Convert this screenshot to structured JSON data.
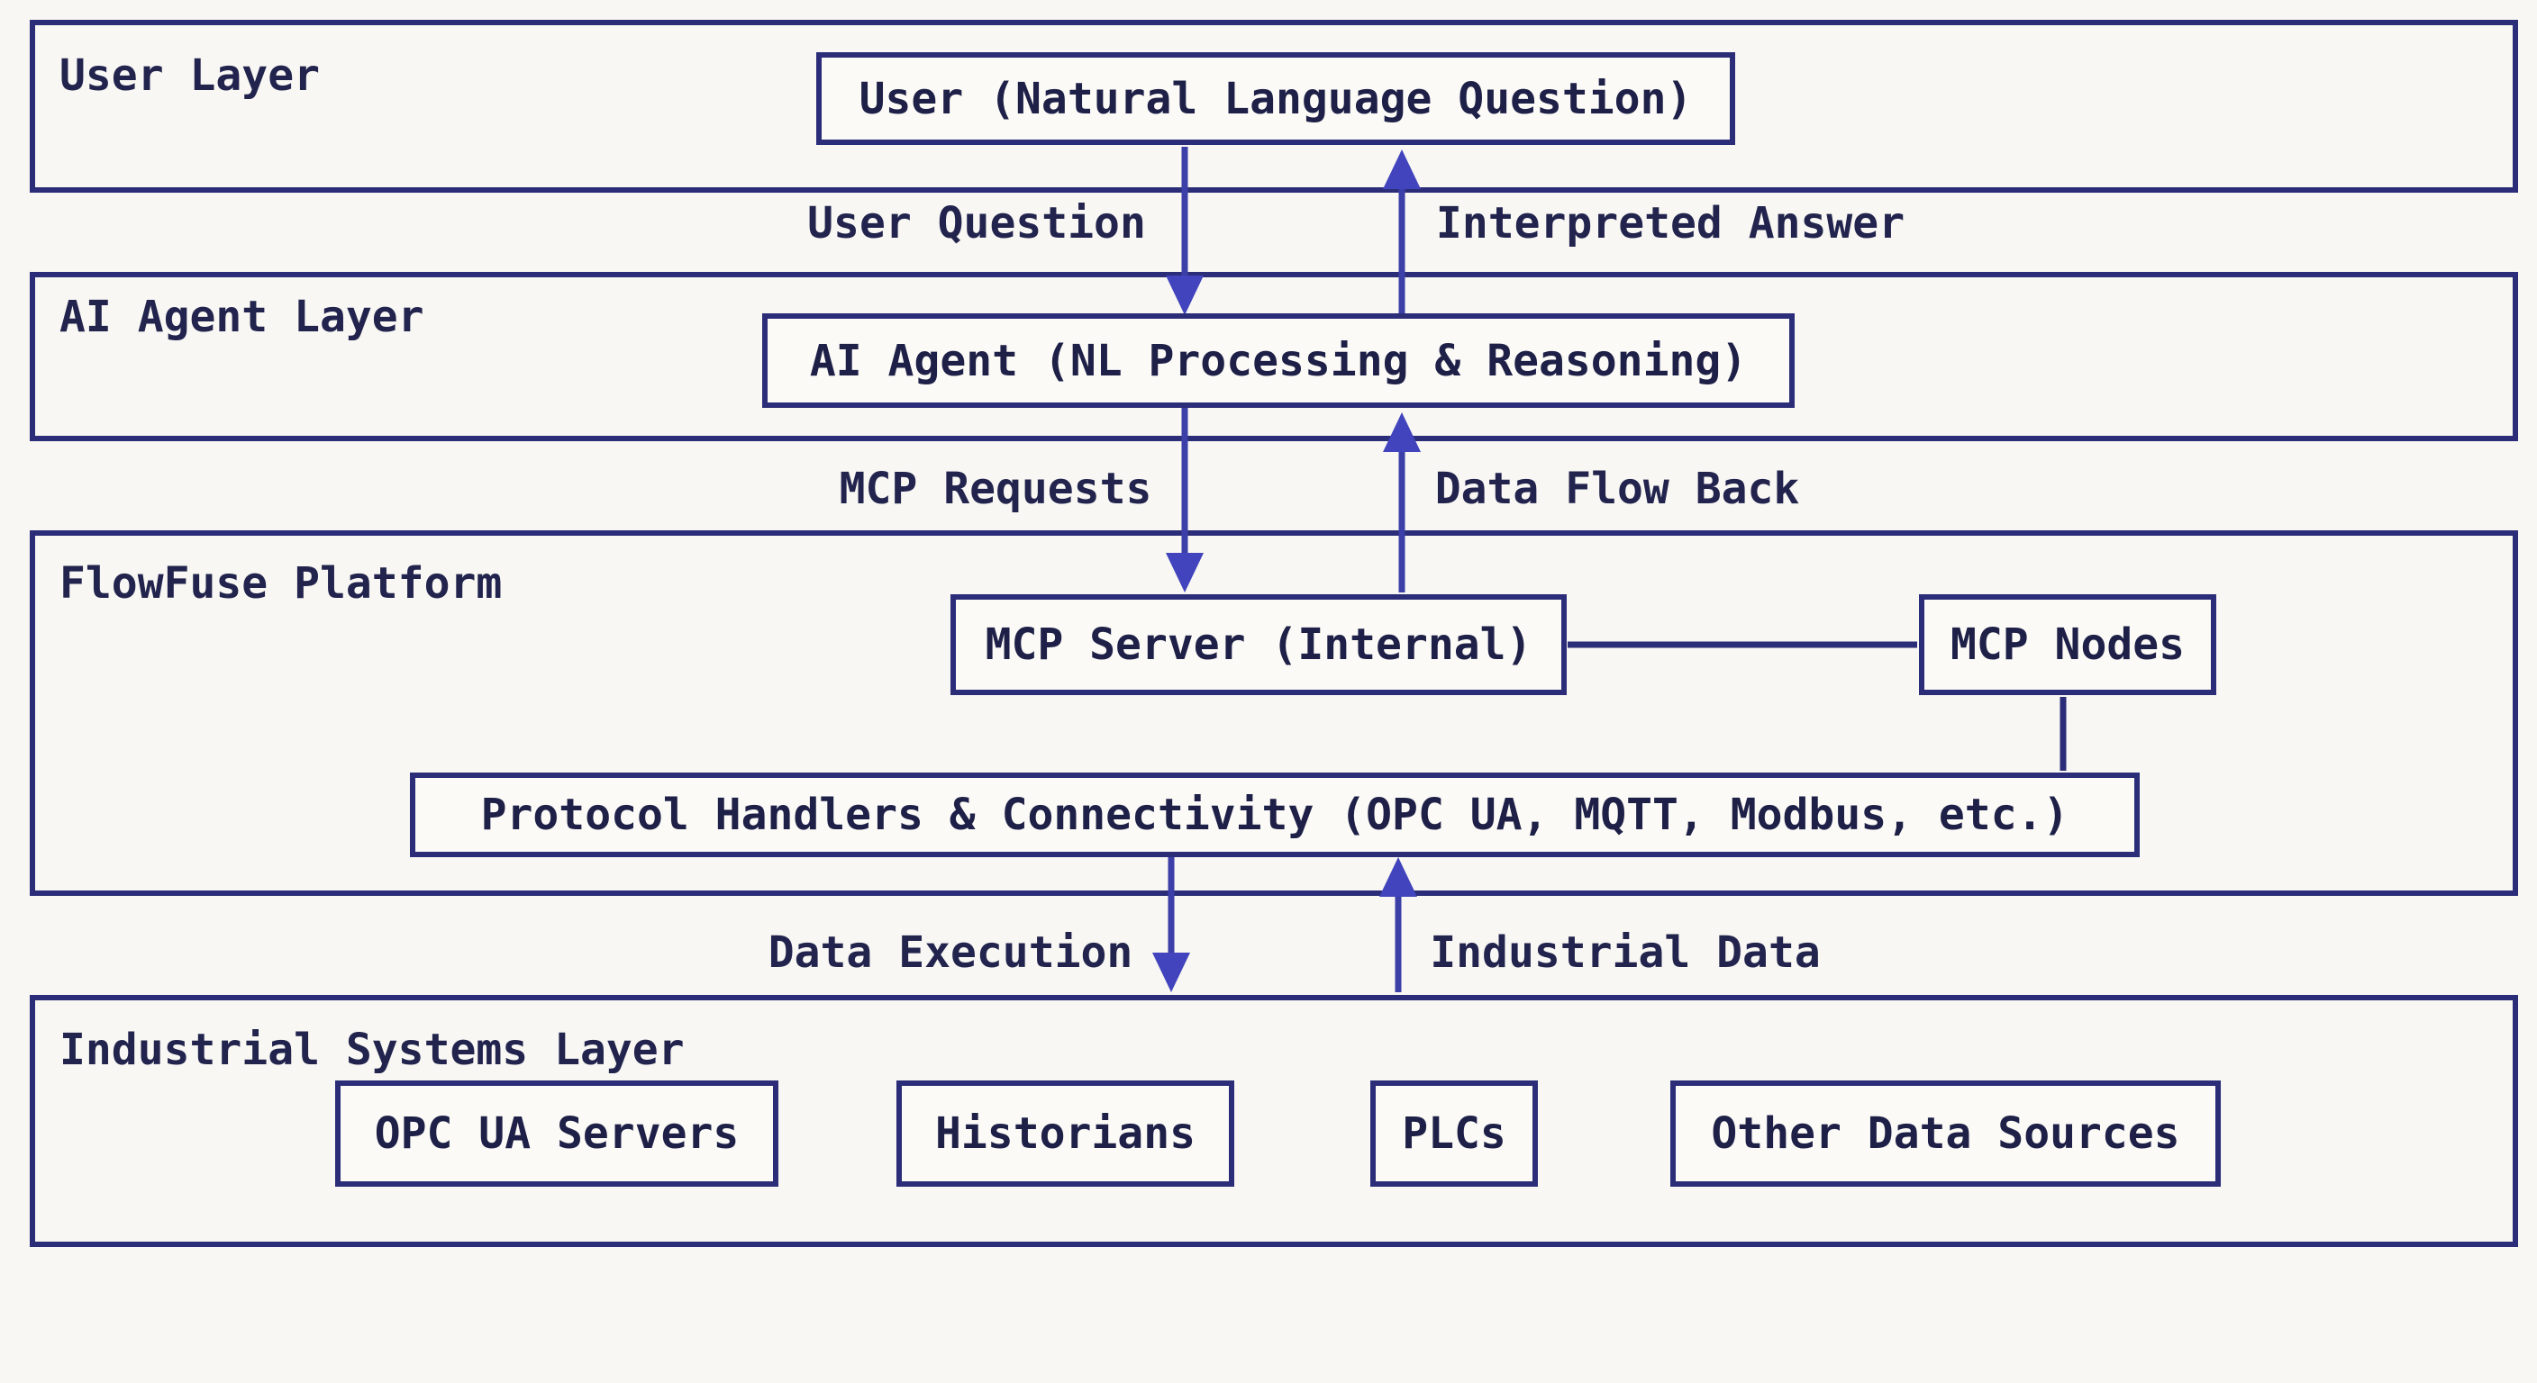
{
  "layers": {
    "user": {
      "label": "User Layer",
      "node": "User (Natural Language Question)"
    },
    "ai": {
      "label": "AI Agent Layer",
      "node": "AI Agent (NL Processing & Reasoning)"
    },
    "flowfuse": {
      "label": "FlowFuse Platform",
      "mcp_server": "MCP Server (Internal)",
      "mcp_nodes": "MCP Nodes",
      "protocol": "Protocol Handlers & Connectivity (OPC UA, MQTT, Modbus, etc.)"
    },
    "industrial": {
      "label": "Industrial Systems Layer",
      "sources": [
        "OPC UA Servers",
        "Historians",
        "PLCs",
        "Other Data Sources"
      ]
    }
  },
  "edges": {
    "user_question": "User Question",
    "interpreted_answer": "Interpreted Answer",
    "mcp_requests": "MCP Requests",
    "data_flow_back": "Data Flow Back",
    "data_execution": "Data Execution",
    "industrial_data": "Industrial Data"
  },
  "colors": {
    "background": "#f8f7f3",
    "border": "#2b2d78",
    "text": "#1e2048",
    "arrow_line": "#3c3fa8",
    "arrow_head": "#4144bc"
  }
}
